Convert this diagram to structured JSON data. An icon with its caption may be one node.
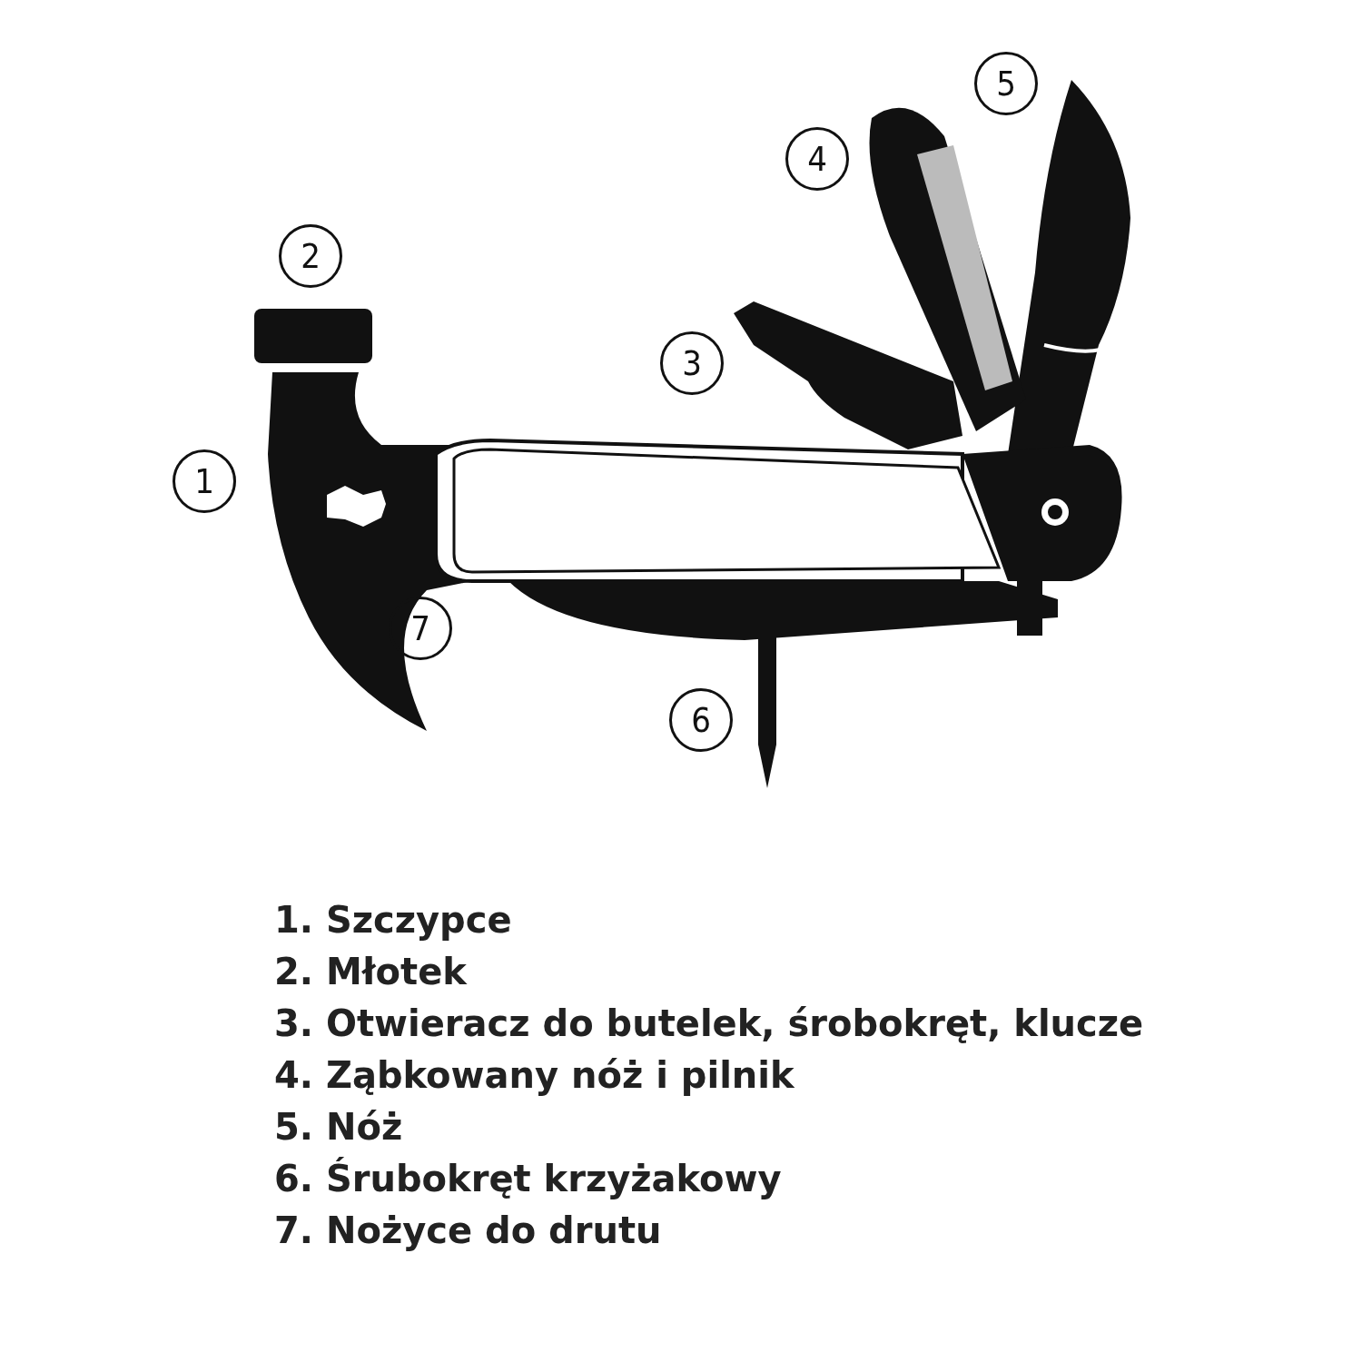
{
  "diagram": {
    "labels": [
      "5",
      "4",
      "2",
      "3",
      "1",
      "7",
      "6",
      "1. Szczypce",
      "2. Młotek",
      "3. Otwieracz do butelek, śrobokręt, klucze",
      "4. Ząbkowany nóż i pilnik",
      "5. Nóż",
      "6. Śrubokręt krzyżakowy",
      "7. Nożyce do drutu"
    ]
  }
}
